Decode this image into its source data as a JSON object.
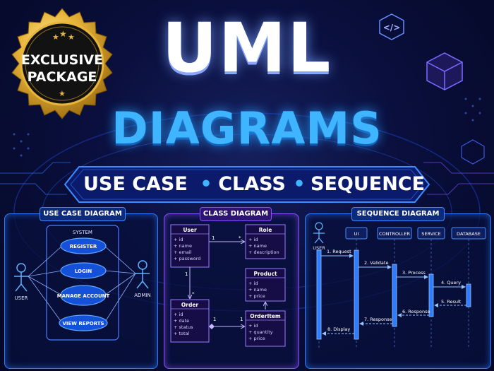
{
  "badge": {
    "line1": "EXCLUSIVE",
    "line2": "PACKAGE"
  },
  "title": {
    "line1": "UML",
    "line2": "DIAGRAMS"
  },
  "banner": {
    "item1": "USE CASE",
    "item2": "CLASS",
    "item3": "SEQUENCE",
    "separator": "•"
  },
  "code_icon": "</>",
  "panels": {
    "use_case": {
      "label": "USE CASE DIAGRAM",
      "system_label": "SYSTEM",
      "actor_left": "USER",
      "actor_right": "ADMIN",
      "use_cases": [
        "REGISTER",
        "LOGIN",
        "MANAGE ACCOUNT",
        "VIEW REPORTS"
      ]
    },
    "class": {
      "label": "CLASS DIAGRAM",
      "classes": {
        "user": {
          "name": "User",
          "attrs": [
            "+ id",
            "+ name",
            "+ email",
            "+ password"
          ]
        },
        "role": {
          "name": "Role",
          "attrs": [
            "+ id",
            "+ name",
            "+ description"
          ]
        },
        "product": {
          "name": "Product",
          "attrs": [
            "+ id",
            "+ name",
            "+ price"
          ]
        },
        "order": {
          "name": "Order",
          "attrs": [
            "+ id",
            "+ date",
            "+ status",
            "+ total"
          ]
        },
        "orderitem": {
          "name": "OrderItem",
          "attrs": [
            "+ id",
            "+ quantity",
            "+ price"
          ]
        }
      },
      "multiplicities": {
        "one": "1",
        "many": "*"
      }
    },
    "sequence": {
      "label": "SEQUENCE DIAGRAM",
      "actor": "USER",
      "lifelines": [
        "UI",
        "CONTROLLER",
        "SERVICE",
        "DATABASE"
      ],
      "messages": [
        "1. Request",
        "2. Validate",
        "3. Process",
        "4. Query",
        "5. Result",
        "6. Response",
        "7. Response",
        "8. Display"
      ]
    }
  },
  "colors": {
    "accent_blue": "#2f7cff",
    "accent_purple": "#8a52ff",
    "title_blue": "#3fb4ff",
    "badge_gold": "#e8b53a"
  }
}
